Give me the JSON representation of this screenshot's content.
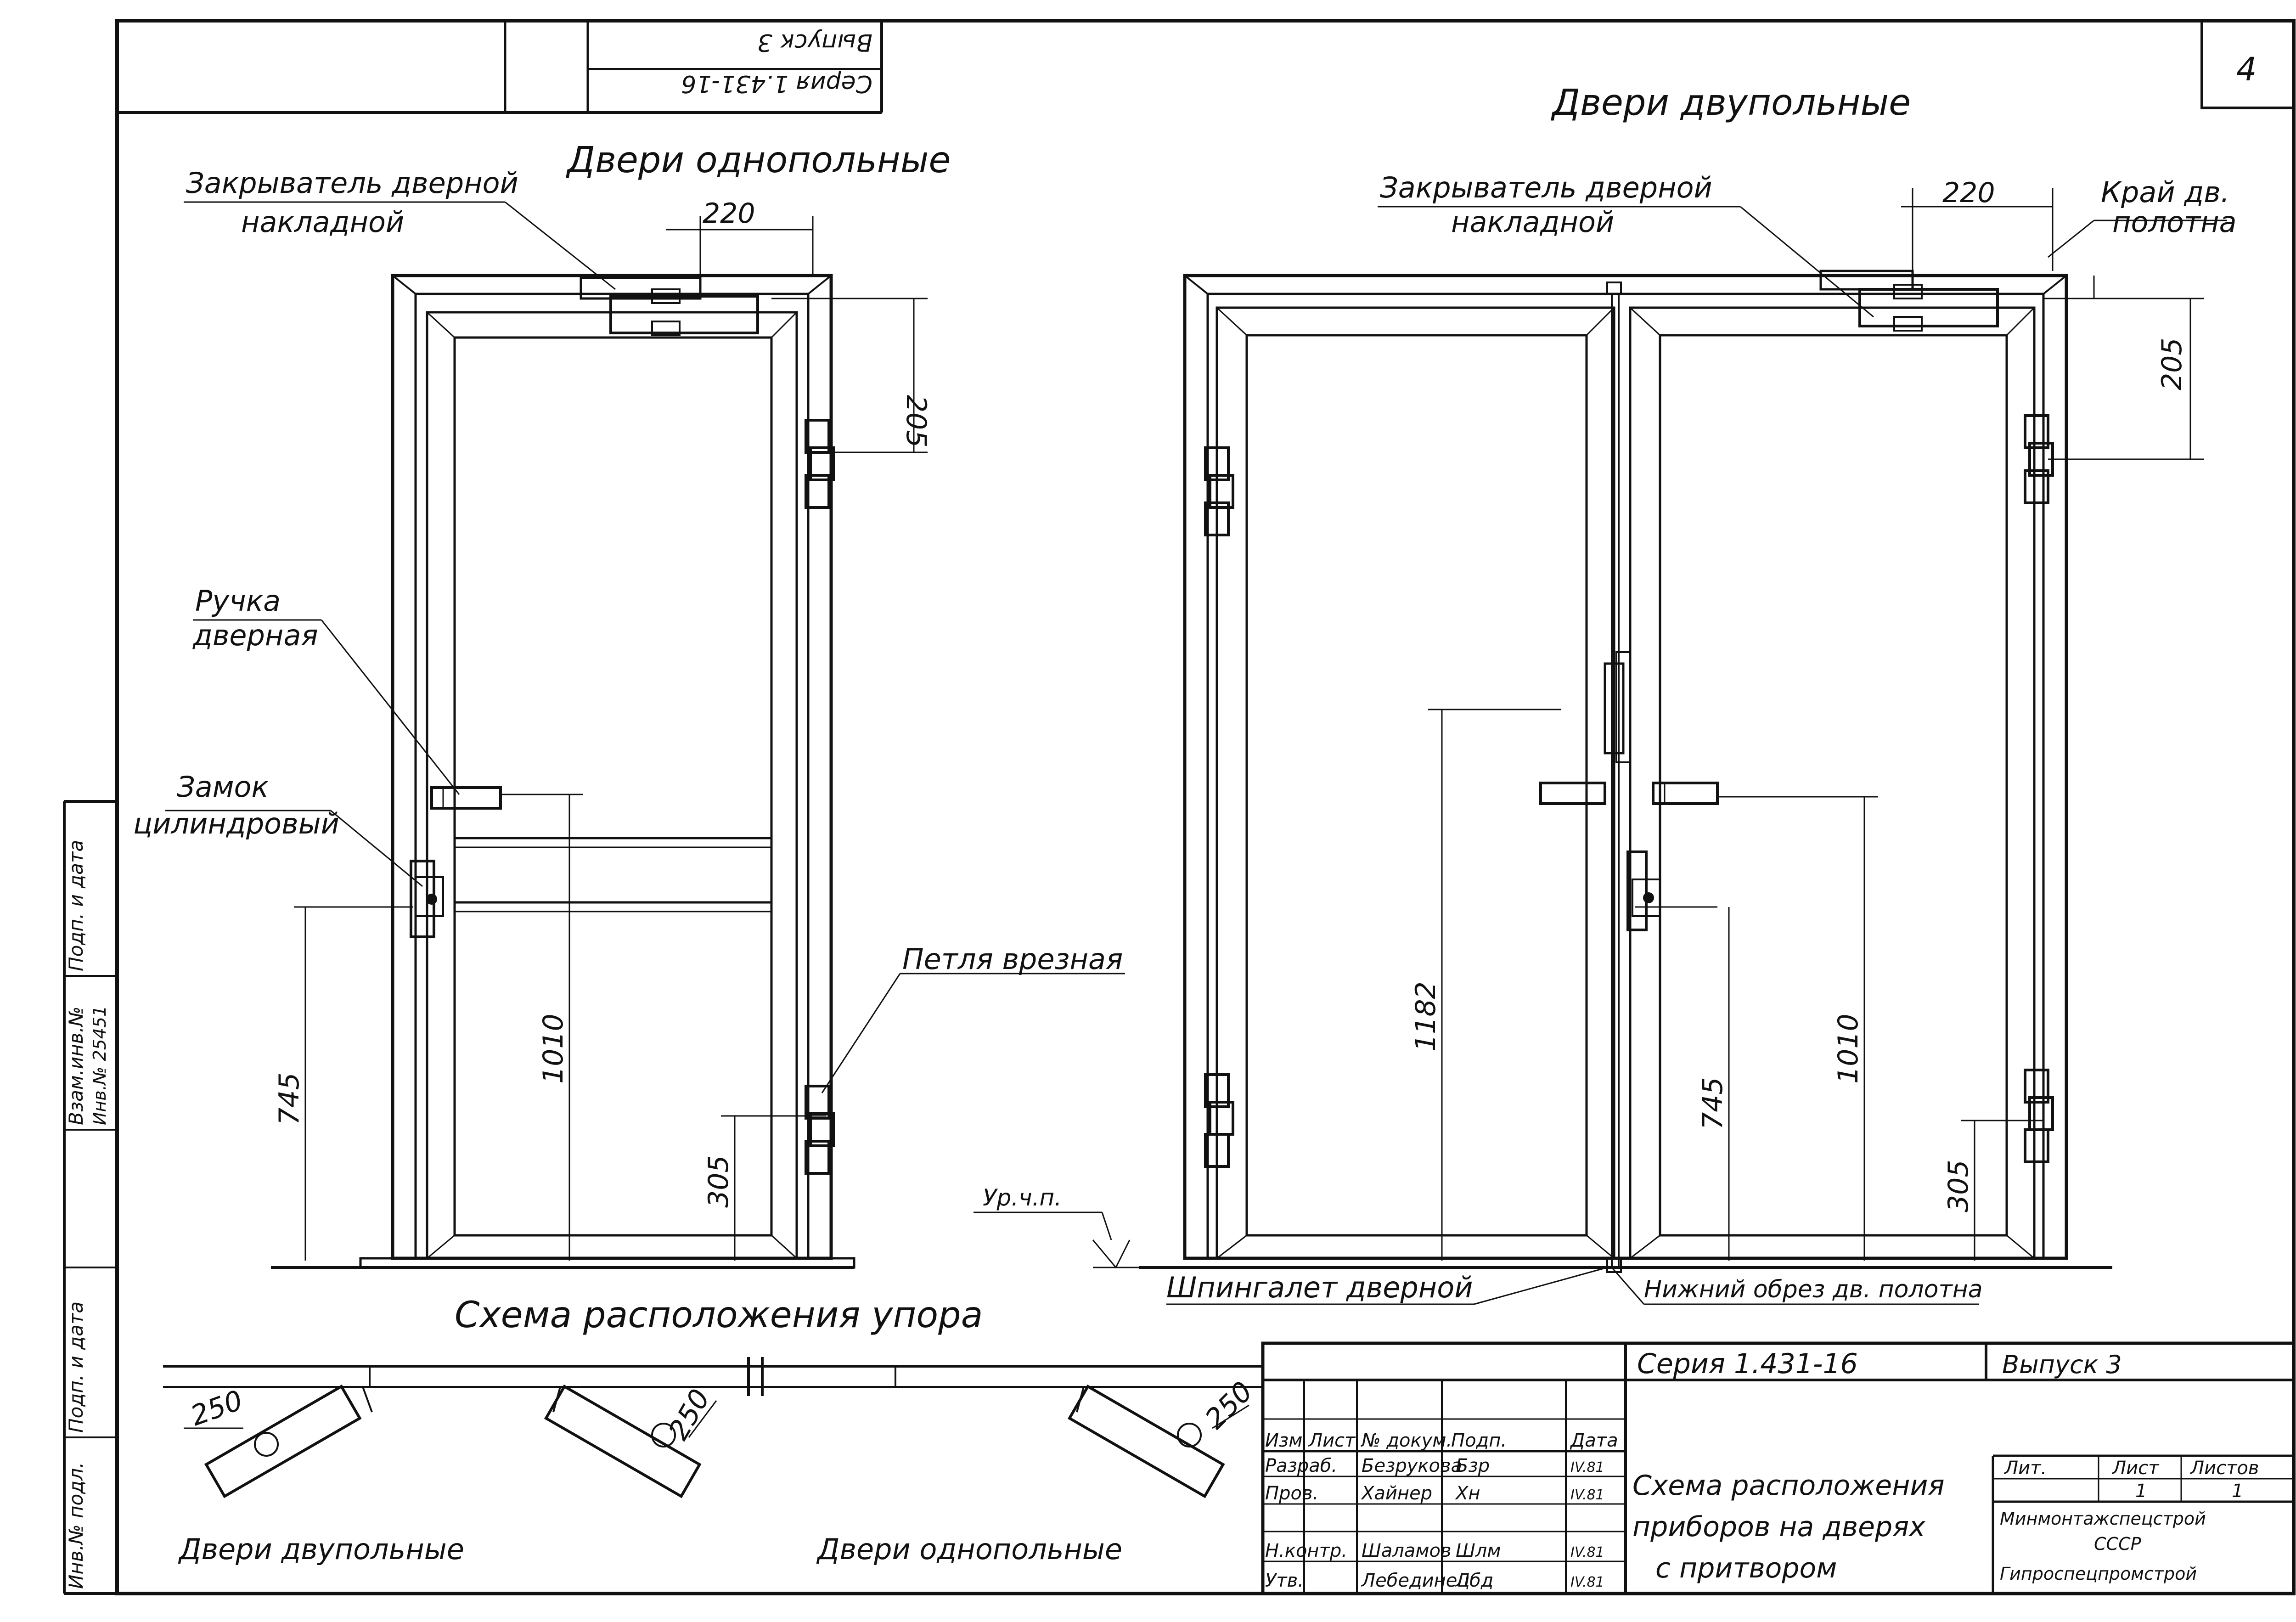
{
  "sheet": {
    "page_number": "4",
    "corner_stamp": {
      "series": "Серия 1.431-16",
      "issue": "Выпуск 3"
    }
  },
  "single_door": {
    "title": "Двери однопольные",
    "closer_label_1": "Закрыватель дверной",
    "closer_label_2": "накладной",
    "handle_label_1": "Ручка",
    "handle_label_2": "дверная",
    "lock_label_1": "Замок",
    "lock_label_2": "цилиндровый",
    "hinge_label": "Петля врезная",
    "dims": {
      "closer_offset": "220",
      "hinge_top": "205",
      "lock_height": "745",
      "handle_height": "1010",
      "hinge_bottom": "305"
    }
  },
  "double_door": {
    "title": "Двери двупольные",
    "closer_label_1": "Закрыватель дверной",
    "closer_label_2": "накладной",
    "leaf_edge_label_1": "Край дв.",
    "leaf_edge_label_2": "полотна",
    "floor_label": "Ур.ч.п.",
    "bolt_label": "Шпингалет дверной",
    "bottom_cut_label": "Нижний обрез дв. полотна",
    "dims": {
      "bolt_height": "1182",
      "lock_height": "745",
      "handle_height": "1010",
      "closer_offset": "220",
      "hinge_top": "205",
      "hinge_bottom": "305"
    }
  },
  "stop_scheme": {
    "title": "Схема расположения упора",
    "dims": [
      "250",
      "250",
      "250"
    ],
    "left_caption": "Двери двупольные",
    "right_caption": "Двери однопольные"
  },
  "left_margin": {
    "labels": [
      "Подп. и дата",
      "Взам.инв.№",
      "Инв.№ 25451",
      "Подп. и дата",
      "Инв.№ подл."
    ]
  },
  "title_block": {
    "series": "Серия 1.431-16",
    "issue": "Выпуск 3",
    "headers": [
      "Изм",
      "Лист",
      "№ докум.",
      "Подп.",
      "Дата"
    ],
    "rows": [
      {
        "role": "Разраб.",
        "name": "Безрукова",
        "sign": "Бзр",
        "date": "IV.81"
      },
      {
        "role": "Пров.",
        "name": "Хайнер",
        "sign": "Хн",
        "date": "IV.81"
      },
      {
        "role": "",
        "name": "",
        "sign": "",
        "date": ""
      },
      {
        "role": "Н.контр.",
        "name": "Шаламов",
        "sign": "Шлм",
        "date": "IV.81"
      },
      {
        "role": "Утв.",
        "name": "Лебединец",
        "sign": "Лбд",
        "date": "IV.81"
      }
    ],
    "drawing_title": [
      "Схема расположения",
      "приборов на дверях",
      "с притвором"
    ],
    "stage_header": "Лит.",
    "sheet_header": "Лист",
    "sheets_header": "Листов",
    "sheet_value": "1",
    "sheets_value": "1",
    "org_1": "Минмонтажспецстрой",
    "org_2": "СССР",
    "org_3": "Гипроспецпромстрой"
  }
}
